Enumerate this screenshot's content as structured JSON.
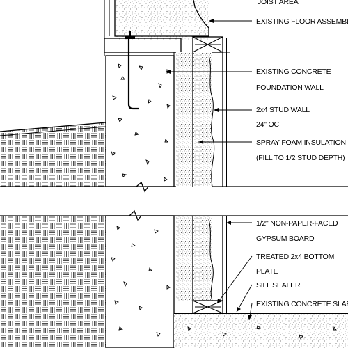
{
  "labels": {
    "joist_area": "JOIST AREA",
    "floor_assembly": "EXISTING FLOOR ASSEMBLY",
    "foundation_line1": "EXISTING CONCRETE",
    "foundation_line2": "FOUNDATION WALL",
    "stud_wall_line1": "2x4 STUD WALL",
    "stud_wall_line2": "24\" OC",
    "foam_line1": "SPRAY FOAM INSULATION",
    "foam_line2": "(FILL TO 1/2 STUD DEPTH)",
    "gypsum_line1": "1/2\" NON-PAPER-FACED",
    "gypsum_line2": "GYPSUM BOARD",
    "bottom_plate_line1": "TREATED 2x4 BOTTOM",
    "bottom_plate_line2": "PLATE",
    "sill_sealer": "SILL SEALER",
    "slab": "EXISTING CONCRETE SLAB"
  }
}
